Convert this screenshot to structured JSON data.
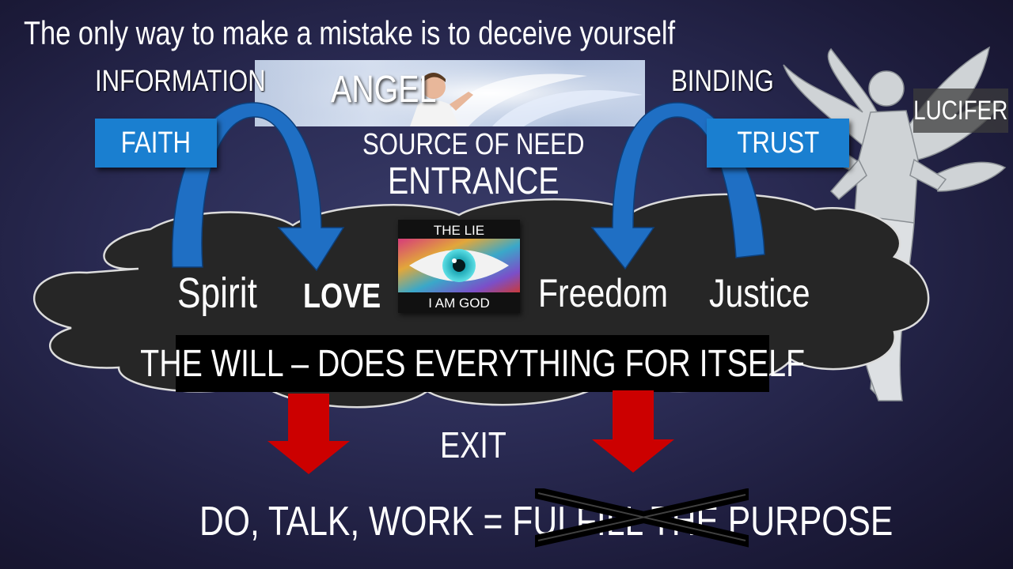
{
  "title": "The only way to make a mistake is to deceive yourself",
  "labels": {
    "information": "INFORMATION",
    "angel": "ANGEL",
    "binding": "BINDING",
    "faith": "FAITH",
    "trust": "TRUST",
    "source_of_need": "SOURCE OF NEED",
    "entrance": "ENTRANCE",
    "lucifer": "LUCIFER"
  },
  "cloud": {
    "spirit": "Spirit",
    "love": "LOVE",
    "freedom": "Freedom",
    "justice": "Justice",
    "the_will": "THE WILL – DOES EVERYTHING FOR ITSELF"
  },
  "lie_card": {
    "top": "THE LIE",
    "bottom": "I AM GOD"
  },
  "exit": "EXIT",
  "bottom_text": "DO, TALK, WORK = FULFILL THE PURPOSE",
  "colors": {
    "tag_blue": "#1a7fd0",
    "arrow_blue": "#1f6fc4",
    "arrow_red": "#cc0000",
    "cloud": "#2a2a2a"
  }
}
